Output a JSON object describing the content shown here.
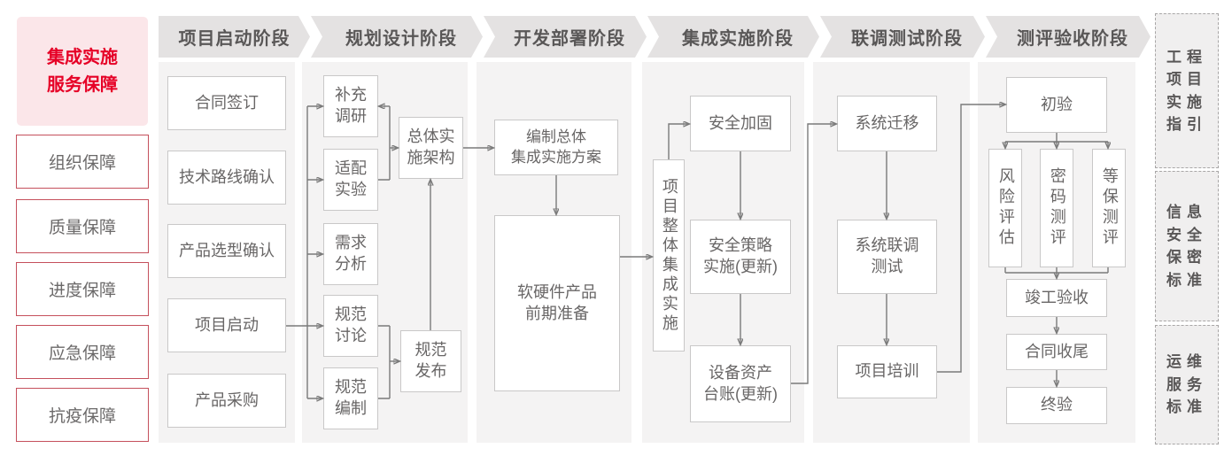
{
  "left_panel": {
    "title": "集成实施\n服务保障",
    "items": [
      "组织保障",
      "质量保障",
      "进度保障",
      "应急保障",
      "抗疫保障"
    ]
  },
  "stage_headers": [
    "项目启动阶段",
    "规划设计阶段",
    "开发部署阶段",
    "集成实施阶段",
    "联调测试阶段",
    "测评验收阶段"
  ],
  "nodes": {
    "contract_sign": "合同签订",
    "tech_route": "技术路线确认",
    "product_selection": "产品选型确认",
    "project_kickoff": "项目启动",
    "product_purchase": "产品采购",
    "supplement_research": "补充\n调研",
    "adaptation_test": "适配\n实验",
    "requirement_analysis": "需求\n分析",
    "spec_discussion": "规范\n讨论",
    "spec_drafting": "规范\n编制",
    "overall_architecture": "总体实\n施架构",
    "spec_release": "规范\n发布",
    "overall_plan": "编制总体\n集成实施方案",
    "pre_preparation": "软硬件产品\n前期准备",
    "overall_integration": "项目整体集成实施",
    "security_hardening": "安全加固",
    "security_policy": "安全策略\n实施(更新)",
    "asset_ledger": "设备资产\n台账(更新)",
    "system_migration": "系统迁移",
    "joint_testing": "系统联调\n测试",
    "project_training": "项目培训",
    "initial_acceptance": "初验",
    "risk_assessment": "风险评估",
    "crypto_testing": "密码测评",
    "classified_protection": "等保测评",
    "completion_acceptance": "竣工验收",
    "contract_closure": "合同收尾",
    "final_acceptance": "终验"
  },
  "right_panel": {
    "items": [
      "工程\n项目\n实施\n指引",
      "信息\n安全\n保密\n标准",
      "运维\n服务\n标准"
    ]
  },
  "colors": {
    "accent_red": "#e60026",
    "guard_border": "#c5505c",
    "band_gray": "#e4e2e2",
    "panel_gray": "#f4f3f3",
    "wire_gray": "#7a7a7a"
  }
}
